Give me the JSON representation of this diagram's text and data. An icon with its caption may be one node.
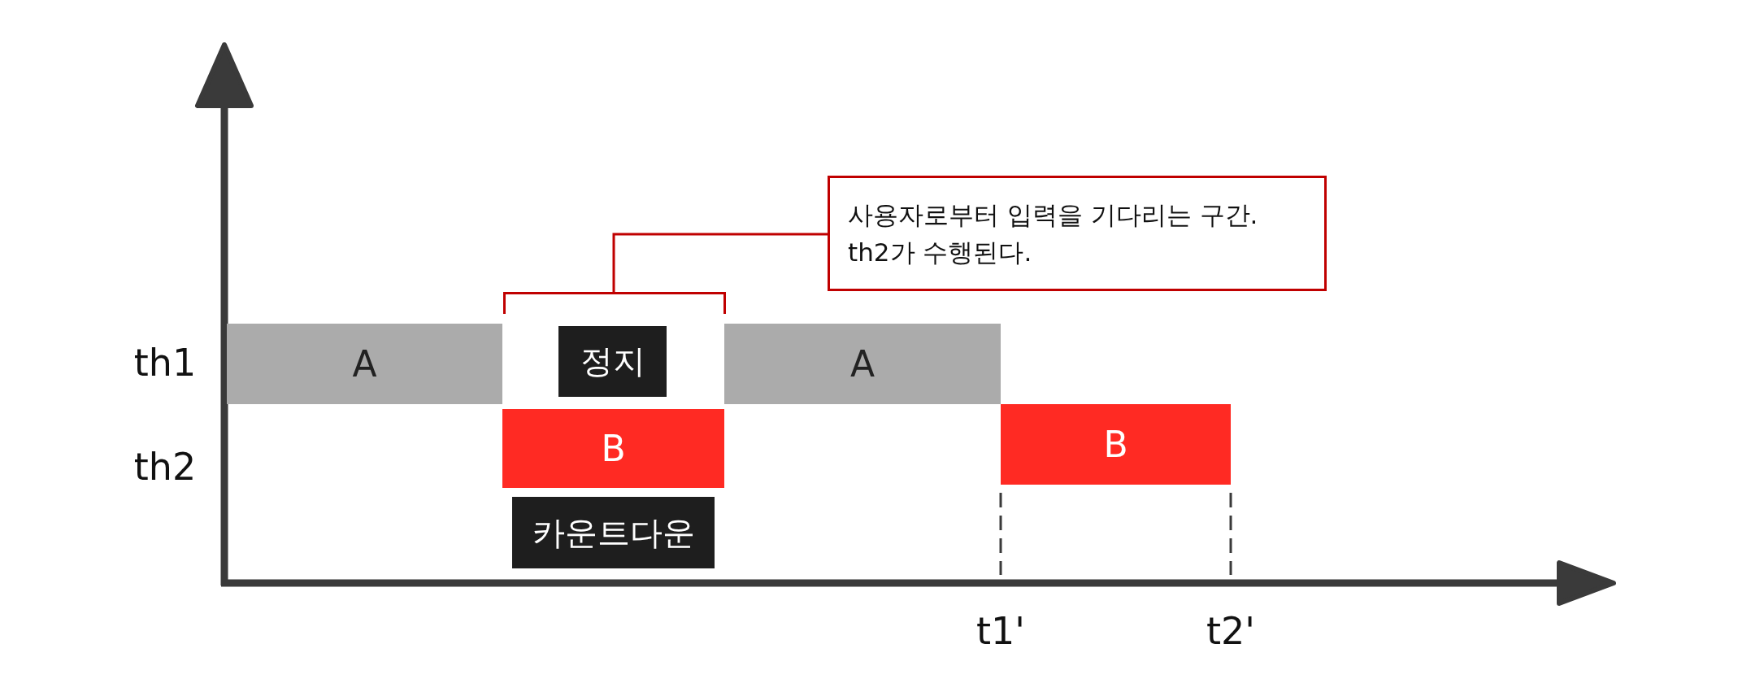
{
  "diagram": {
    "nodes": [
      {
        "text": [
          "A"
        ]
      },
      {
        "text": [
          "정지"
        ]
      },
      {
        "text": [
          "A"
        ]
      },
      {
        "text": [
          "B"
        ]
      },
      {
        "text": [
          "카운트다운"
        ]
      },
      {
        "text": [
          "B"
        ]
      },
      {
        "text": [
          "사용자로부터 입력을 기다리는 구간. th2가 수행된다."
        ]
      },
      {
        "text": [],
        "shape": "bracket"
      }
    ],
    "edges": [
      {
        "from": 6,
        "to": 7,
        "arrow": "none",
        "color": "#c00000"
      }
    ],
    "labels": [
      "th1",
      "th2",
      "t1'",
      "t2'"
    ]
  }
}
